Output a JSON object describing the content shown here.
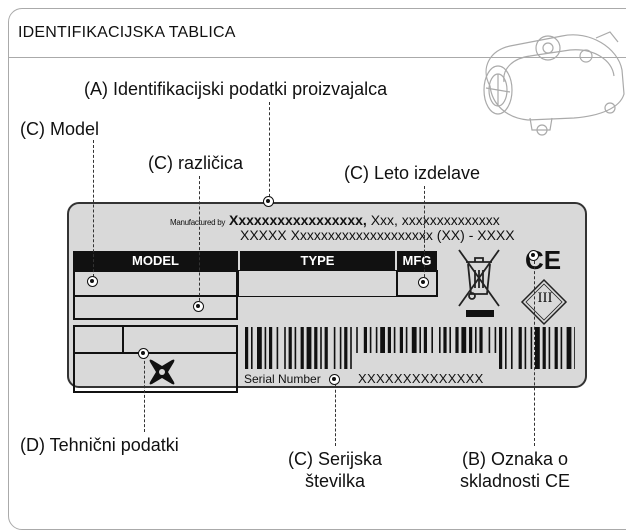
{
  "section_title": "IDENTIFIKACIJSKA TABLICA",
  "callouts": {
    "a_manufacturer": "(A) Identifikacijski podatki proizvajalca",
    "c_model": "(C) Model",
    "c_variant": "(C) različica",
    "c_year": "(C) Leto izdelave",
    "d_technical": "(D) Tehnični podatki",
    "c_serial": "(C) Serijska številka",
    "b_ce": "(B) Oznaka o skladnosti CE"
  },
  "plate": {
    "manufactured_by_label": "Manufactured by",
    "manufacturer_name": "Xxxxxxxxxxxxxxxxx,",
    "manufacturer_line1_rest": "Xxx, xxxxxxxxxxxxxx",
    "manufacturer_line2": "XXXXX Xxxxxxxxxxxxxxxxxxxx (XX) - XXXX",
    "header_model": "MODEL",
    "header_type": "TYPE",
    "header_mfg": "MFG",
    "serial_label": "Serial Number",
    "serial_value": "XXXXXXXXXXXXXX",
    "ce_mark": "CE",
    "class_mark": "III"
  }
}
